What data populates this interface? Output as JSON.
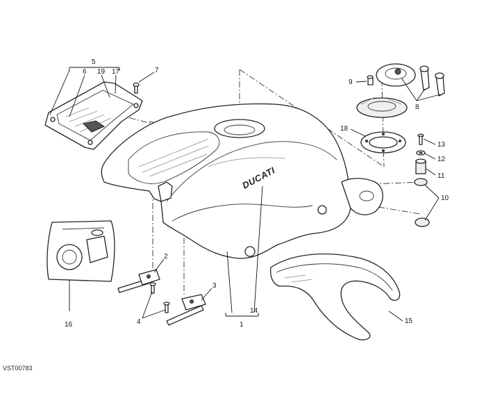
{
  "logo_text": "DUCATI",
  "drawing_code": "VST00783",
  "part_numbers": [
    "1",
    "2",
    "3",
    "4",
    "5",
    "6",
    "7",
    "8",
    "9",
    "10",
    "11",
    "12",
    "13",
    "14",
    "15",
    "16",
    "17",
    "18",
    "19"
  ]
}
